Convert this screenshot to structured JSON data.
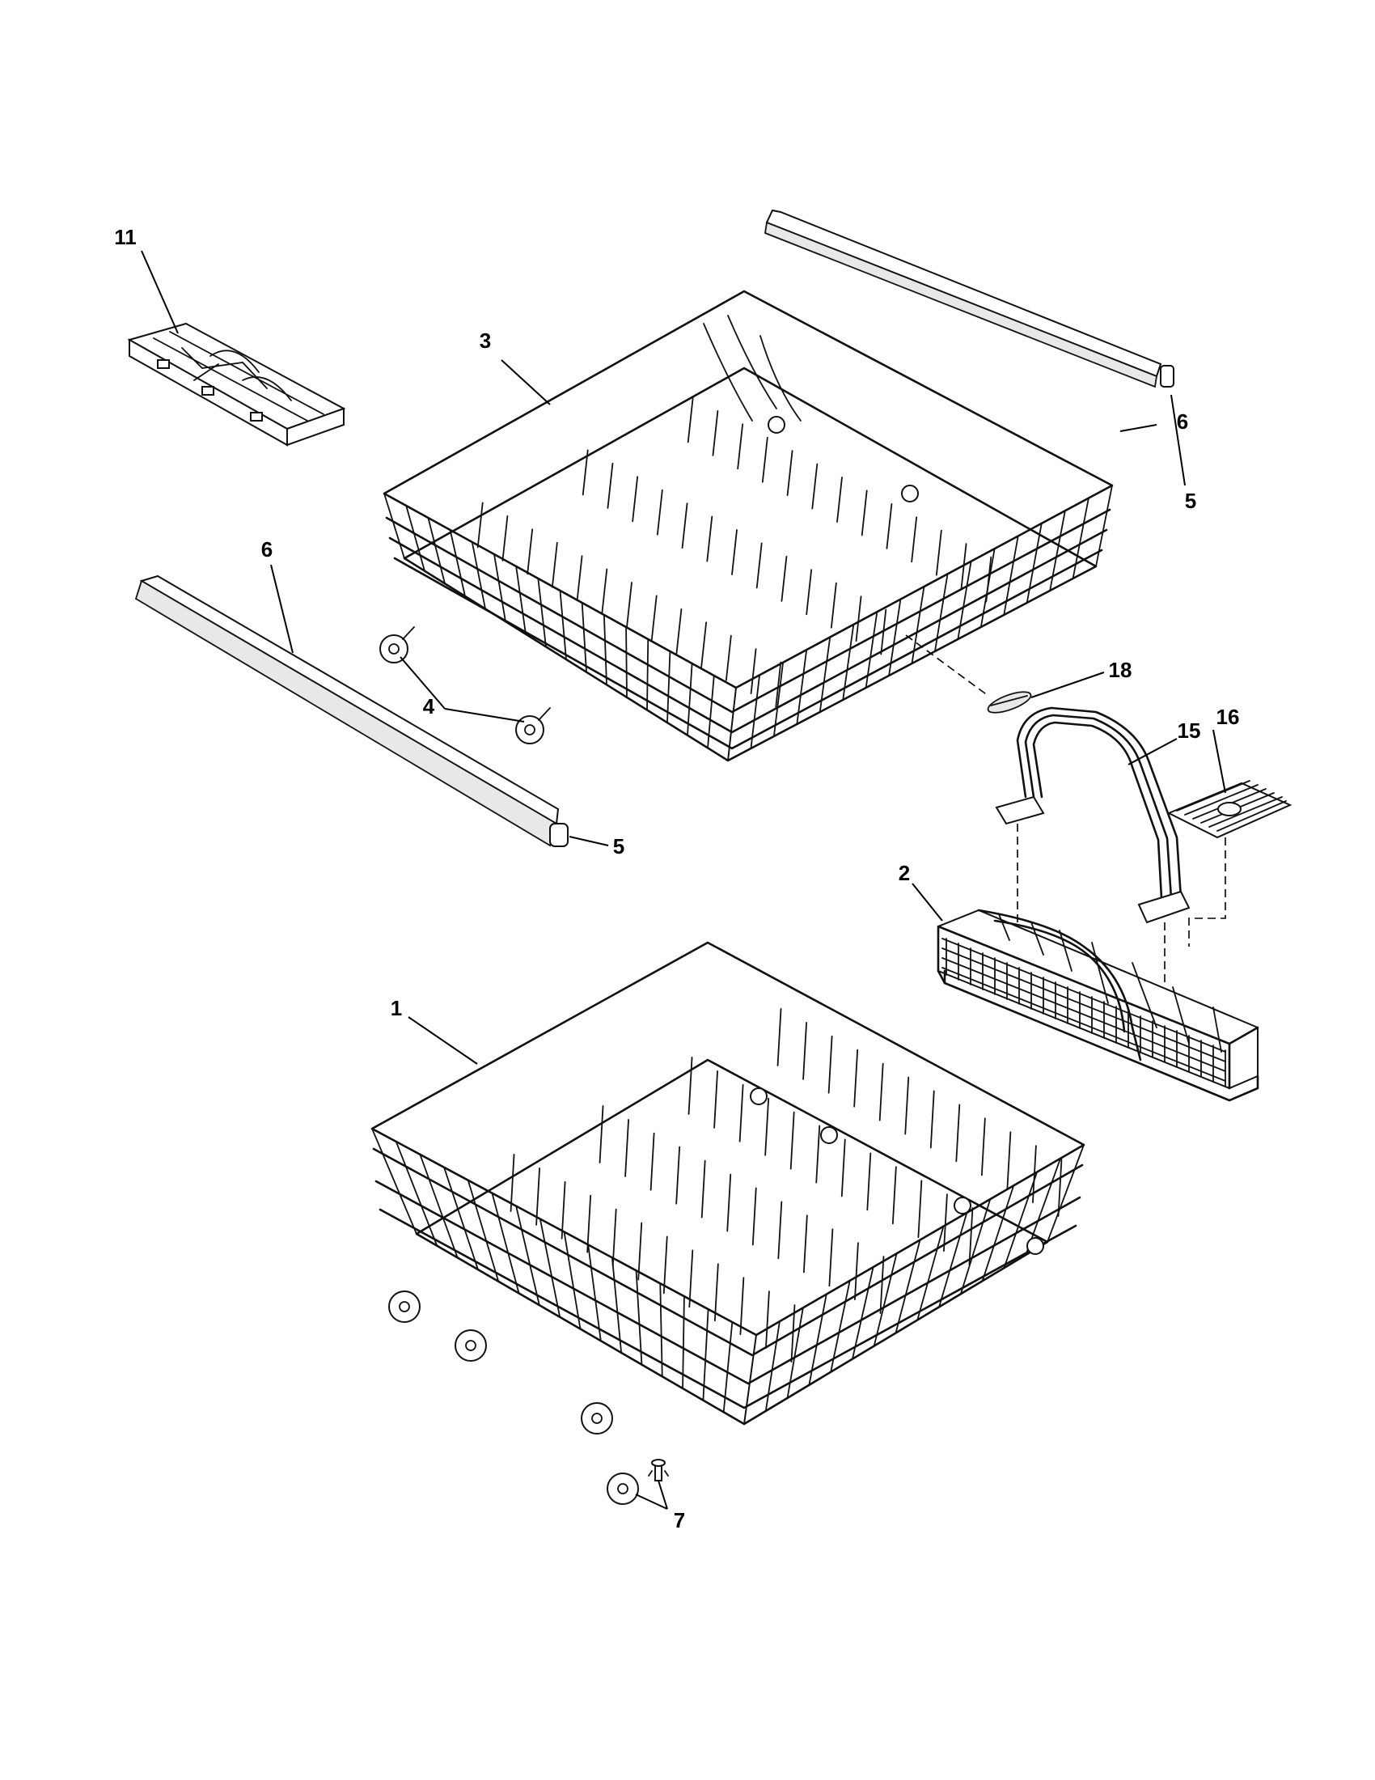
{
  "callouts": {
    "c11": "11",
    "c3": "3",
    "c6_top": "6",
    "c5_top": "5",
    "c6_left": "6",
    "c4": "4",
    "c5_left": "5",
    "c18": "18",
    "c15": "15",
    "c16": "16",
    "c2": "2",
    "c1": "1",
    "c7": "7"
  }
}
